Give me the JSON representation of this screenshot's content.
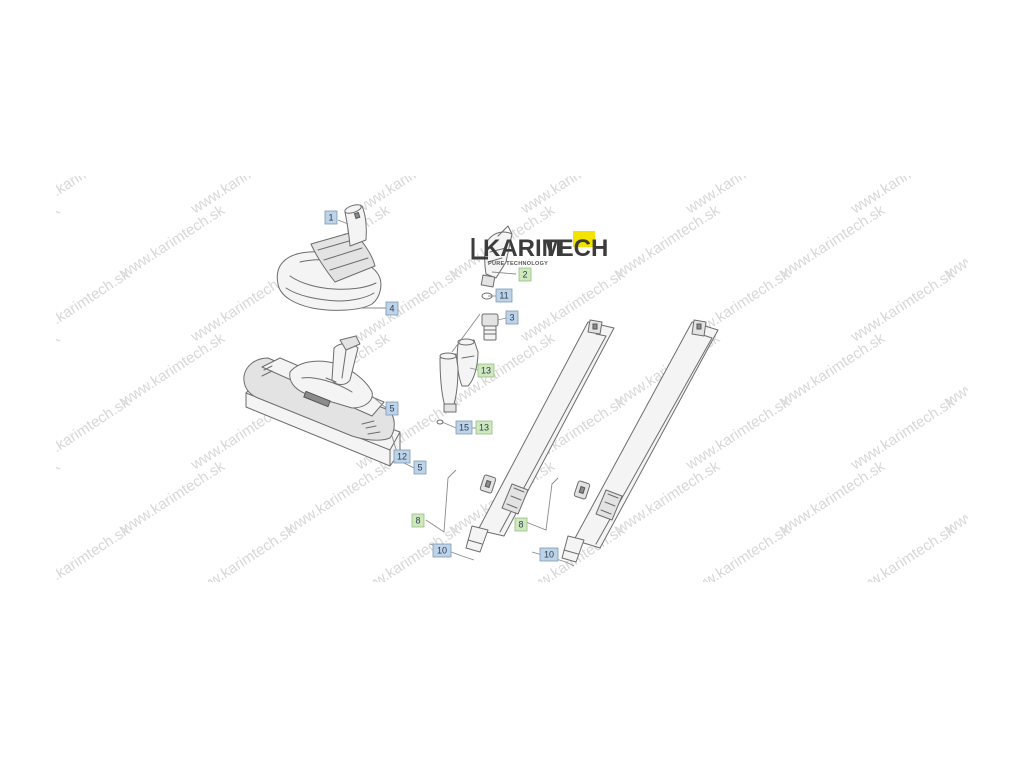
{
  "watermark": {
    "text": "www.karimtech.sk"
  },
  "logo": {
    "name_part1": "KARIM",
    "name_part2": "TECH",
    "tagline": "PURE TECHNOLOGY",
    "accent_color": "#f3e300"
  },
  "callouts": {
    "c1": "1",
    "c4": "4",
    "c5a": "5",
    "c12": "12",
    "c5b": "5",
    "c2": "2",
    "c11": "11",
    "c3": "3",
    "c13a": "13",
    "c15": "15",
    "c13b": "13",
    "c8a": "8",
    "c10a": "10",
    "c8b": "8",
    "c10b": "10"
  },
  "colors": {
    "callout_blue": "#bcd3e8",
    "callout_green": "#cfe8bd",
    "line": "#6d6d6d",
    "watermark": "#d7d7d7"
  }
}
